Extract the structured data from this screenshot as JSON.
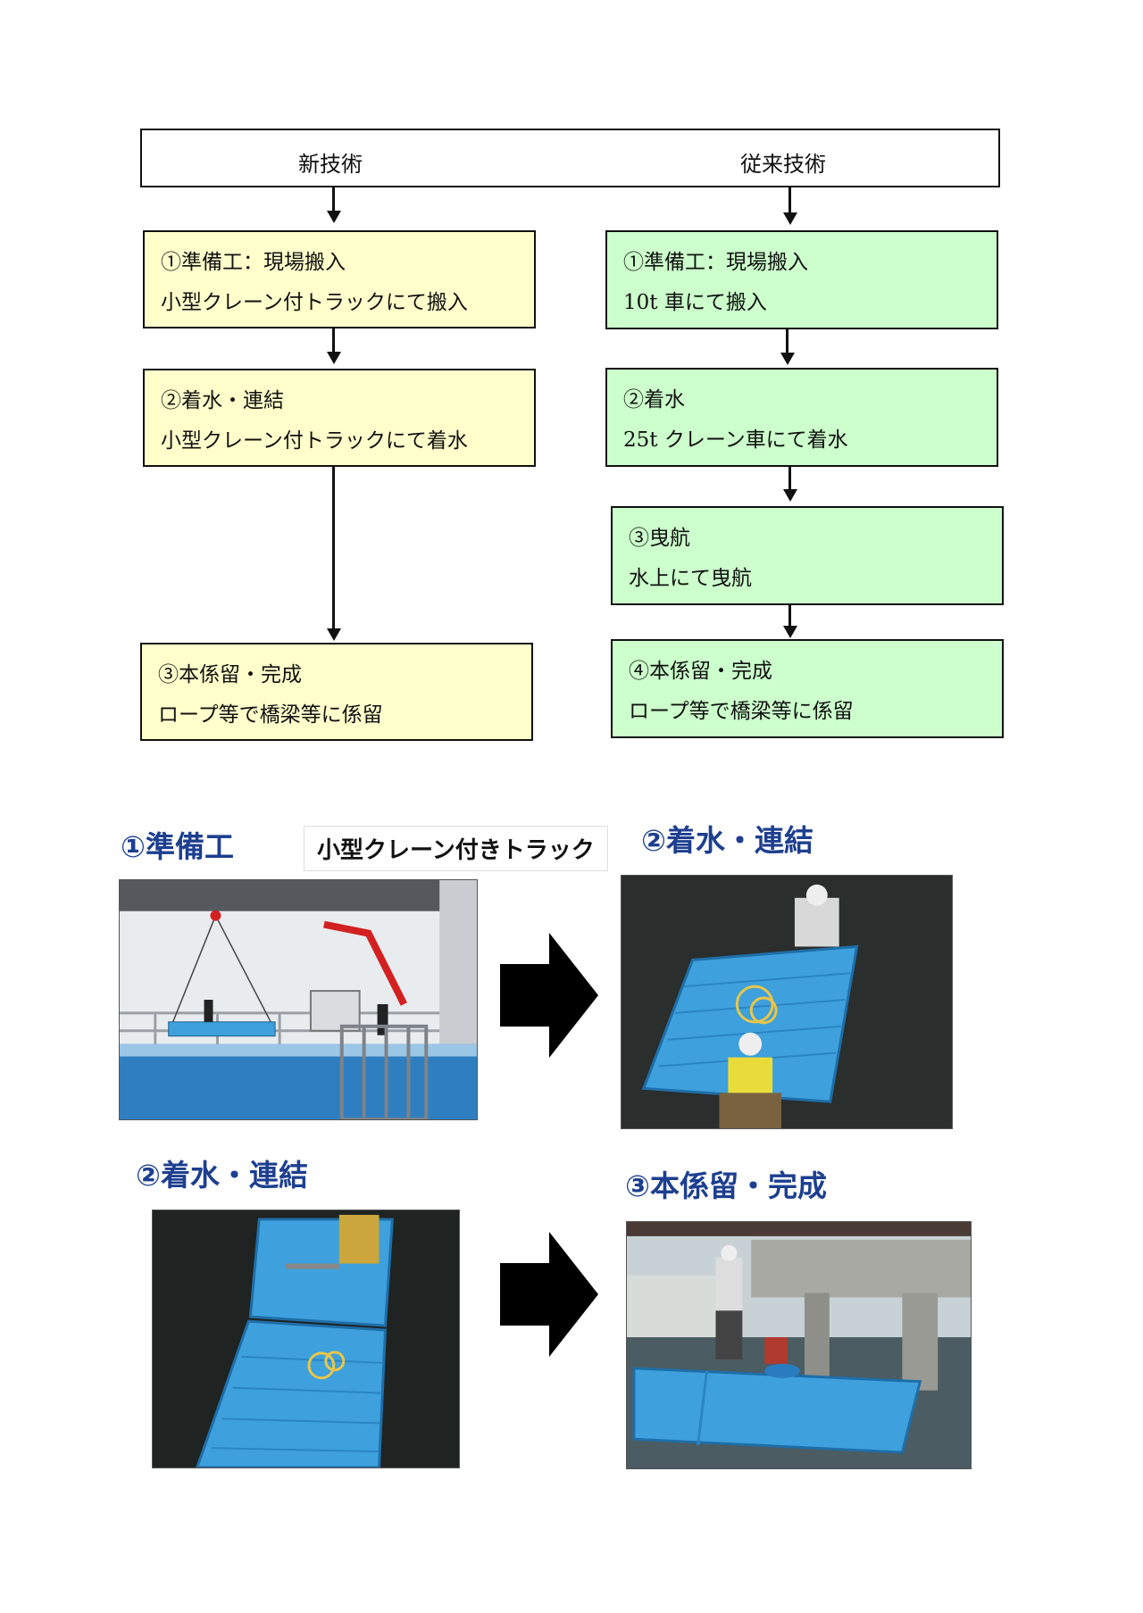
{
  "header": {
    "new_tech": "新技術",
    "conventional_tech": "従来技術"
  },
  "new_steps": [
    {
      "title": "①準備工：現場搬入",
      "detail": "小型クレーン付トラックにて搬入"
    },
    {
      "title": "②着水・連結",
      "detail": "小型クレーン付トラックにて着水"
    },
    {
      "title": "③本係留・完成",
      "detail": "ロープ等で橋梁等に係留"
    }
  ],
  "conv_steps": [
    {
      "title": "①準備工：現場搬入",
      "detail": "10t 車にて搬入"
    },
    {
      "title": "②着水",
      "detail": "25t クレーン車にて着水"
    },
    {
      "title": "③曳航",
      "detail": "水上にて曳航"
    },
    {
      "title": "④本係留・完成",
      "detail": "ロープ等で橋梁等に係留"
    }
  ],
  "photos": {
    "caption_prep": "①準備工",
    "label_truck": "小型クレーン付きトラック",
    "caption_landing_top": "②着水・連結",
    "caption_landing_bottom": "②着水・連結",
    "caption_complete": "③本係留・完成"
  },
  "colors": {
    "new_fill": "#ffffcc",
    "conv_fill": "#ccffcc",
    "caption": "#1d3f8f",
    "pontoon": "#3ea0dc"
  }
}
